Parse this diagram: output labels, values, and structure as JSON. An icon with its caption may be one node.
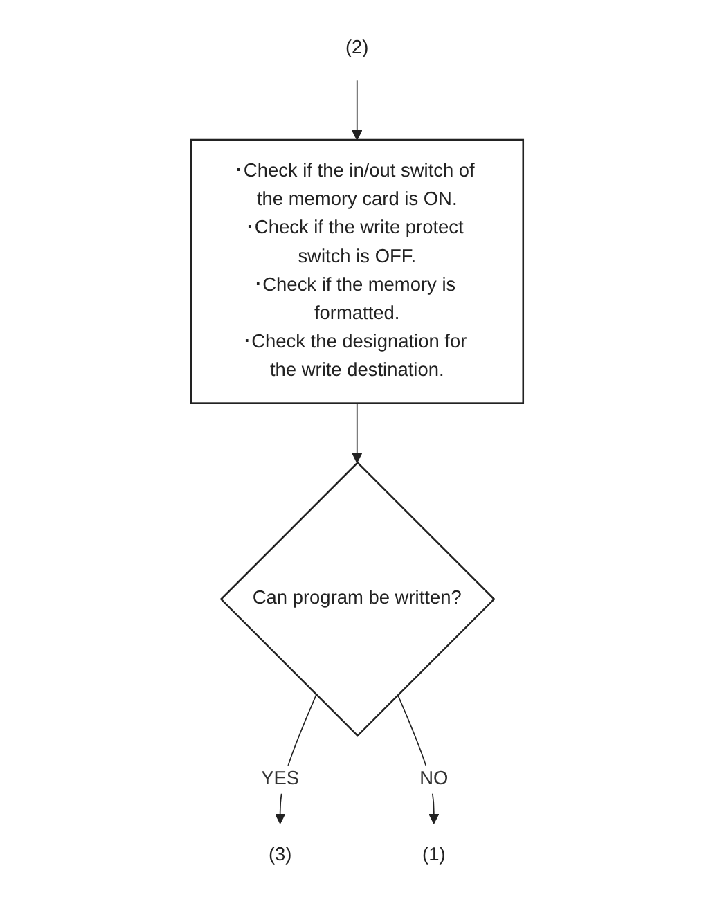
{
  "diagram": {
    "nodes": [
      {
        "text": [
          "(2)"
        ]
      },
      {
        "text": [
          "･Check if the in/out switch of the memory card is ON.",
          "･Check if the write protect switch is OFF.",
          "･Check if the memory is formatted.",
          "･Check the designation for the write destination."
        ]
      },
      {
        "text": [
          "Can program be written?"
        ]
      },
      {
        "text": [
          "(3)"
        ]
      },
      {
        "text": [
          "(1)"
        ]
      }
    ],
    "edges": [
      {
        "from": 0,
        "to": 1,
        "arrow": "to"
      },
      {
        "from": 1,
        "to": 2,
        "arrow": "to"
      },
      {
        "from": 2,
        "to": 3,
        "arrow": "to",
        "label": "YES"
      },
      {
        "from": 2,
        "to": 4,
        "arrow": "to",
        "label": "NO"
      }
    ]
  }
}
